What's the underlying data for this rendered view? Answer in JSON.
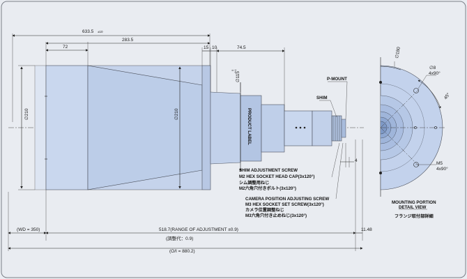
{
  "dimensions": {
    "total_top": "633.5",
    "total_top_tol": "±10",
    "d72": "72",
    "d283": "283.5",
    "d15": "15",
    "d10": "10",
    "d745": "74.5",
    "phi210_left": "∅210",
    "phi210_mid": "∅210",
    "phi115": "∅115",
    "phi115_tol": "-0.1",
    "phi115_tol0": "0",
    "d4": "4",
    "wd": "(WD = 350)",
    "range": "518.7(RANGE OF ADJUSTMENT ±0.9)",
    "range_jp": "(調整代：0.9)",
    "d1148": "11.48",
    "oi": "(O/I = 880.2)",
    "phi180": "∅180",
    "phi8": "∅8",
    "phi8_qty": "4x90°",
    "angle45": "45°",
    "m5": "M5",
    "m5_qty": "4x90°"
  },
  "labels": {
    "pmount": "P-MOUNT",
    "shim": "SHIM",
    "product_label": "PRODUCT LABEL",
    "shim_screw_1": "SHIM ADJUSTMENT SCREW",
    "shim_screw_2": "M2 HEX SOCKET HEAD CAP(3x120°)",
    "shim_screw_3": "シム調整用ねじ",
    "shim_screw_4": "M2六角穴付きボルト(3x120°)",
    "cam_screw_1": "CAMERA POSITION ADJUSTING SCREW",
    "cam_screw_2": "M3 HEX SOCKET SET SCREW(3x120°)",
    "cam_screw_3": "カメラ位置調整ねじ",
    "cam_screw_4": "M3六角穴付き止めねじ(3x120°)",
    "detail_1": "MOUNTING PORTION",
    "detail_2": "DETAIL VIEW",
    "detail_3": "フランジ取付部詳細"
  }
}
